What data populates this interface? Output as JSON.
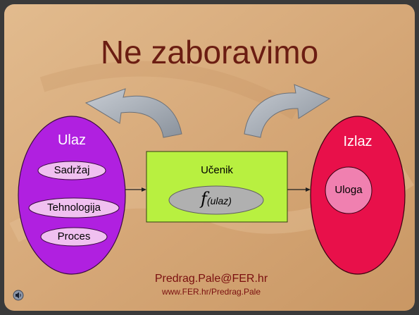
{
  "slide": {
    "title": "Ne zaboravimo",
    "input": {
      "heading": "Ulaz",
      "items": [
        "Sadržaj",
        "Tehnologija",
        "Proces"
      ]
    },
    "learner": {
      "heading": "Učenik",
      "function_main": "f",
      "function_arg": "(ulaz)"
    },
    "output": {
      "heading": "Izlaz",
      "items": [
        "Uloga"
      ]
    },
    "footer": {
      "email": "Predrag.Pale@FER.hr",
      "url": "www.FER.hr/Predrag.Pale"
    },
    "icons": {
      "speaker": "speaker-icon",
      "arrows": "curved-arrow-icon"
    },
    "colors": {
      "background": "#d4a97c",
      "title": "#6b1d12",
      "input_ellipse": "#b020e0",
      "item_fill": "#f0c0f0",
      "learner_box": "#b8f040",
      "function_ellipse": "#b0b0b0",
      "output_ellipse": "#e8104a",
      "role_fill": "#f080b0",
      "arrow_fill": "#a0a8b4"
    }
  }
}
